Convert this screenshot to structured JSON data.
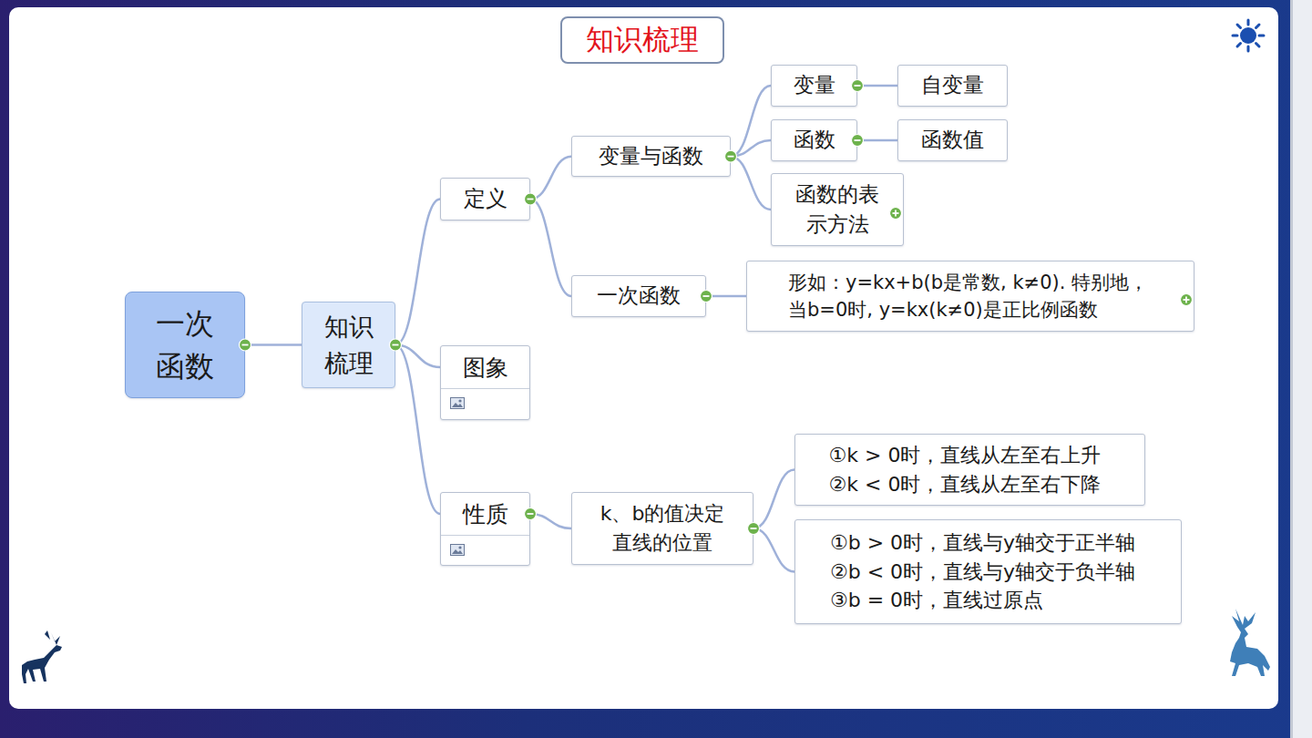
{
  "diagram": {
    "title": "知识梳理",
    "nodes": [
      {
        "text": [
          "一次函数"
        ]
      },
      {
        "text": [
          "知识梳理"
        ]
      },
      {
        "text": [
          "定义"
        ]
      },
      {
        "text": [
          "变量与函数"
        ]
      },
      {
        "text": [
          "变量"
        ]
      },
      {
        "text": [
          "自变量"
        ]
      },
      {
        "text": [
          "函数"
        ]
      },
      {
        "text": [
          "函数值"
        ]
      },
      {
        "text": [
          "函数的表示方法"
        ]
      },
      {
        "text": [
          "一次函数"
        ]
      },
      {
        "text": [
          "形如：y=kx+b(b是常数, k≠0). 特别地，当b=0时, y=kx(k≠0)是正比例函数"
        ]
      },
      {
        "text": [
          "图象"
        ]
      },
      {
        "text": [
          "性质"
        ]
      },
      {
        "text": [
          "k、b的值决定直线的位置"
        ]
      },
      {
        "text": [
          "①k > 0时，直线从左至右上升 ②k < 0时，直线从左至右下降"
        ]
      },
      {
        "text": [
          "①b > 0时，直线与y轴交于正半轴 ②b < 0时，直线与y轴交于负半轴 ③b = 0时，直线过原点"
        ]
      }
    ],
    "edges": [
      {
        "from": 0,
        "to": 1,
        "arrow": "none"
      },
      {
        "from": 1,
        "to": 2,
        "arrow": "none"
      },
      {
        "from": 1,
        "to": 11,
        "arrow": "none"
      },
      {
        "from": 1,
        "to": 12,
        "arrow": "none"
      },
      {
        "from": 2,
        "to": 3,
        "arrow": "none"
      },
      {
        "from": 2,
        "to": 9,
        "arrow": "none"
      },
      {
        "from": 3,
        "to": 4,
        "arrow": "none"
      },
      {
        "from": 3,
        "to": 6,
        "arrow": "none"
      },
      {
        "from": 3,
        "to": 8,
        "arrow": "none"
      },
      {
        "from": 4,
        "to": 5,
        "arrow": "none"
      },
      {
        "from": 6,
        "to": 7,
        "arrow": "none"
      },
      {
        "from": 9,
        "to": 10,
        "arrow": "none"
      },
      {
        "from": 12,
        "to": 13,
        "arrow": "none"
      },
      {
        "from": 13,
        "to": 14,
        "arrow": "none"
      },
      {
        "from": 13,
        "to": 15,
        "arrow": "none"
      }
    ]
  }
}
